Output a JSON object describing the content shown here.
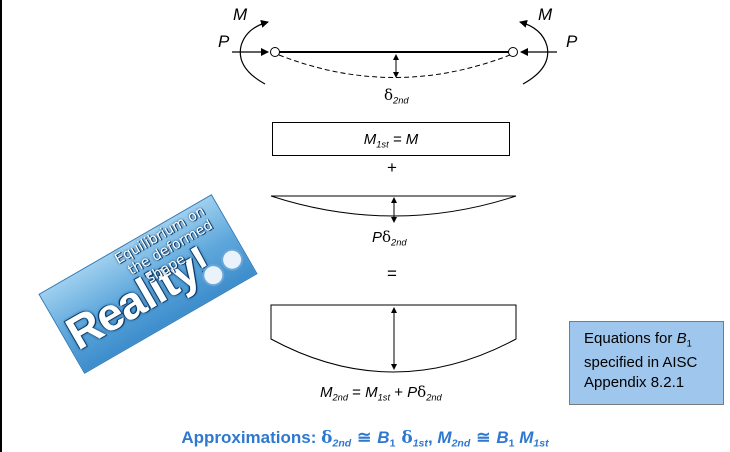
{
  "loads": {
    "moment_left": "M",
    "moment_right": "M",
    "force_left": "P",
    "force_right": "P"
  },
  "deflection_label": {
    "sym": "δ",
    "sub": "2nd"
  },
  "first_order": {
    "base": "M",
    "sub": "1st",
    "rhs": " = M"
  },
  "plus_sign": "+",
  "p_delta_label": {
    "p": "P",
    "sym": "δ",
    "sub": "2nd"
  },
  "equals_sign": "=",
  "second_order": {
    "m_base": "M",
    "m_sub": "2nd",
    "eq": " = ",
    "m1_base": "M",
    "m1_sub": "1st",
    "plus": " + ",
    "p": "P",
    "sym": "δ",
    "d_sub": "2nd"
  },
  "badge": {
    "main": "Reality!",
    "caption_line1": "Equilibrium on",
    "caption_line2": "the deformed",
    "caption_line3": "shape"
  },
  "equations_box": {
    "line1_pre": "Equations for ",
    "line1_b": "B",
    "line1_sub": "1",
    "line2": "specified in AISC",
    "line3": "Appendix 8.2.1"
  },
  "approximations": {
    "label": "Approximations: ",
    "d2_sym": "δ",
    "d2_sub": "2nd",
    "approx1": " ≅ ",
    "b1a": "B",
    "b1a_sub": "1",
    "d1_sym": " δ",
    "d1_sub": "1st",
    "comma": ", ",
    "m2": "M",
    "m2_sub": "2nd",
    "approx2": " ≅ ",
    "b1b": "B",
    "b1b_sub": "1",
    "m1": " M",
    "m1_sub": "1st"
  }
}
